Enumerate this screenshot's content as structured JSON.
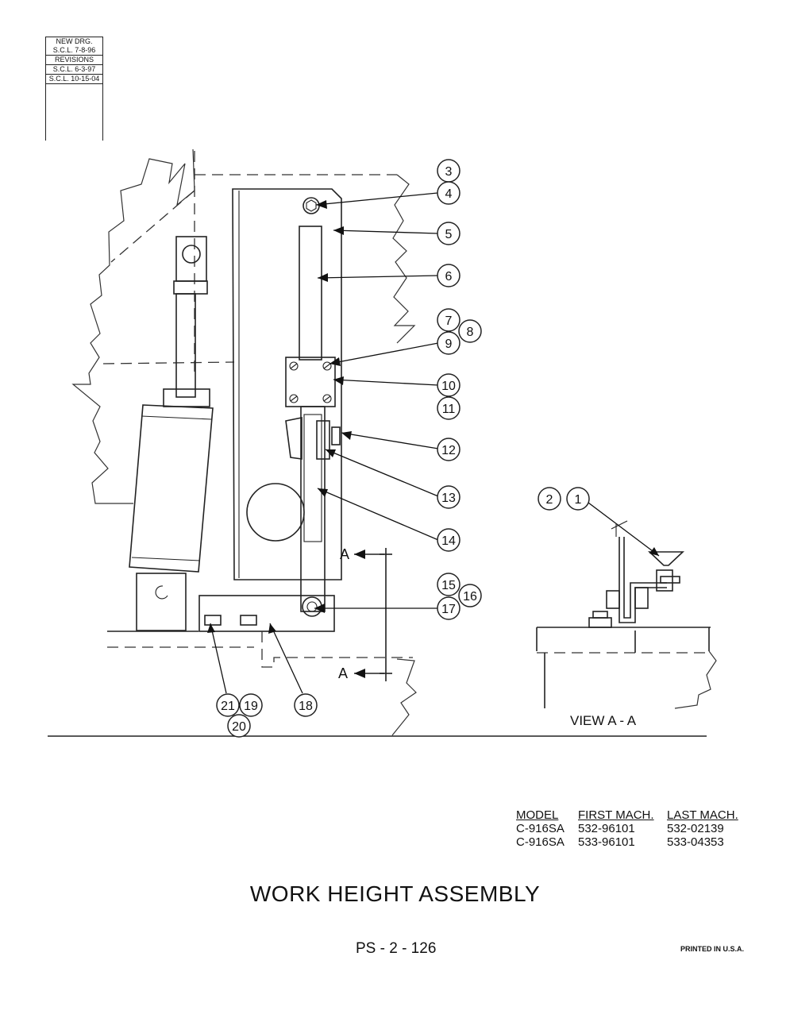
{
  "revision_block": {
    "rows": [
      "NEW DRG.",
      "S.C.L.  7-8-96",
      "REVISIONS",
      "S.C.L.  6-3-97",
      "S.C.L. 10-15-04"
    ]
  },
  "callouts": [
    "1",
    "2",
    "3",
    "4",
    "5",
    "6",
    "7",
    "8",
    "9",
    "10",
    "11",
    "12",
    "13",
    "14",
    "15",
    "16",
    "17",
    "18",
    "19",
    "20",
    "21"
  ],
  "section_marks": {
    "label": "A"
  },
  "view_label": "VIEW A - A",
  "model_table": {
    "headers": [
      "MODEL",
      "FIRST MACH.",
      "LAST MACH."
    ],
    "rows": [
      [
        "C-916SA",
        "532-96101",
        "532-02139"
      ],
      [
        "C-916SA",
        "533-96101",
        "533-04353"
      ]
    ]
  },
  "title": "WORK HEIGHT ASSEMBLY",
  "page_number": "PS - 2 - 126",
  "printed": "PRINTED IN U.S.A."
}
